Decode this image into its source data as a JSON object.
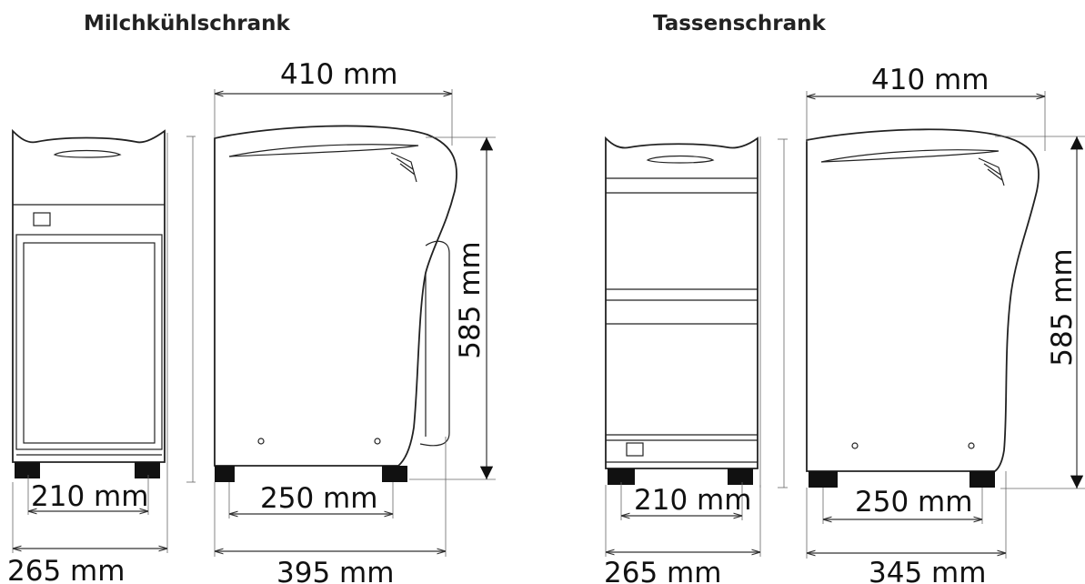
{
  "titles": {
    "left": "Milchkühlschrank",
    "right": "Tassenschrank"
  },
  "milk_fridge": {
    "front_width": "265 mm",
    "front_foot_spacing": "210 mm",
    "side_top_width": "410 mm",
    "side_height": "585 mm",
    "side_foot_spacing": "250 mm",
    "side_bottom_width": "395 mm"
  },
  "cup_cabinet": {
    "front_width": "265 mm",
    "front_foot_spacing": "210 mm",
    "side_top_width": "410 mm",
    "side_height": "585 mm",
    "side_foot_spacing": "250 mm",
    "side_bottom_width": "345 mm"
  }
}
